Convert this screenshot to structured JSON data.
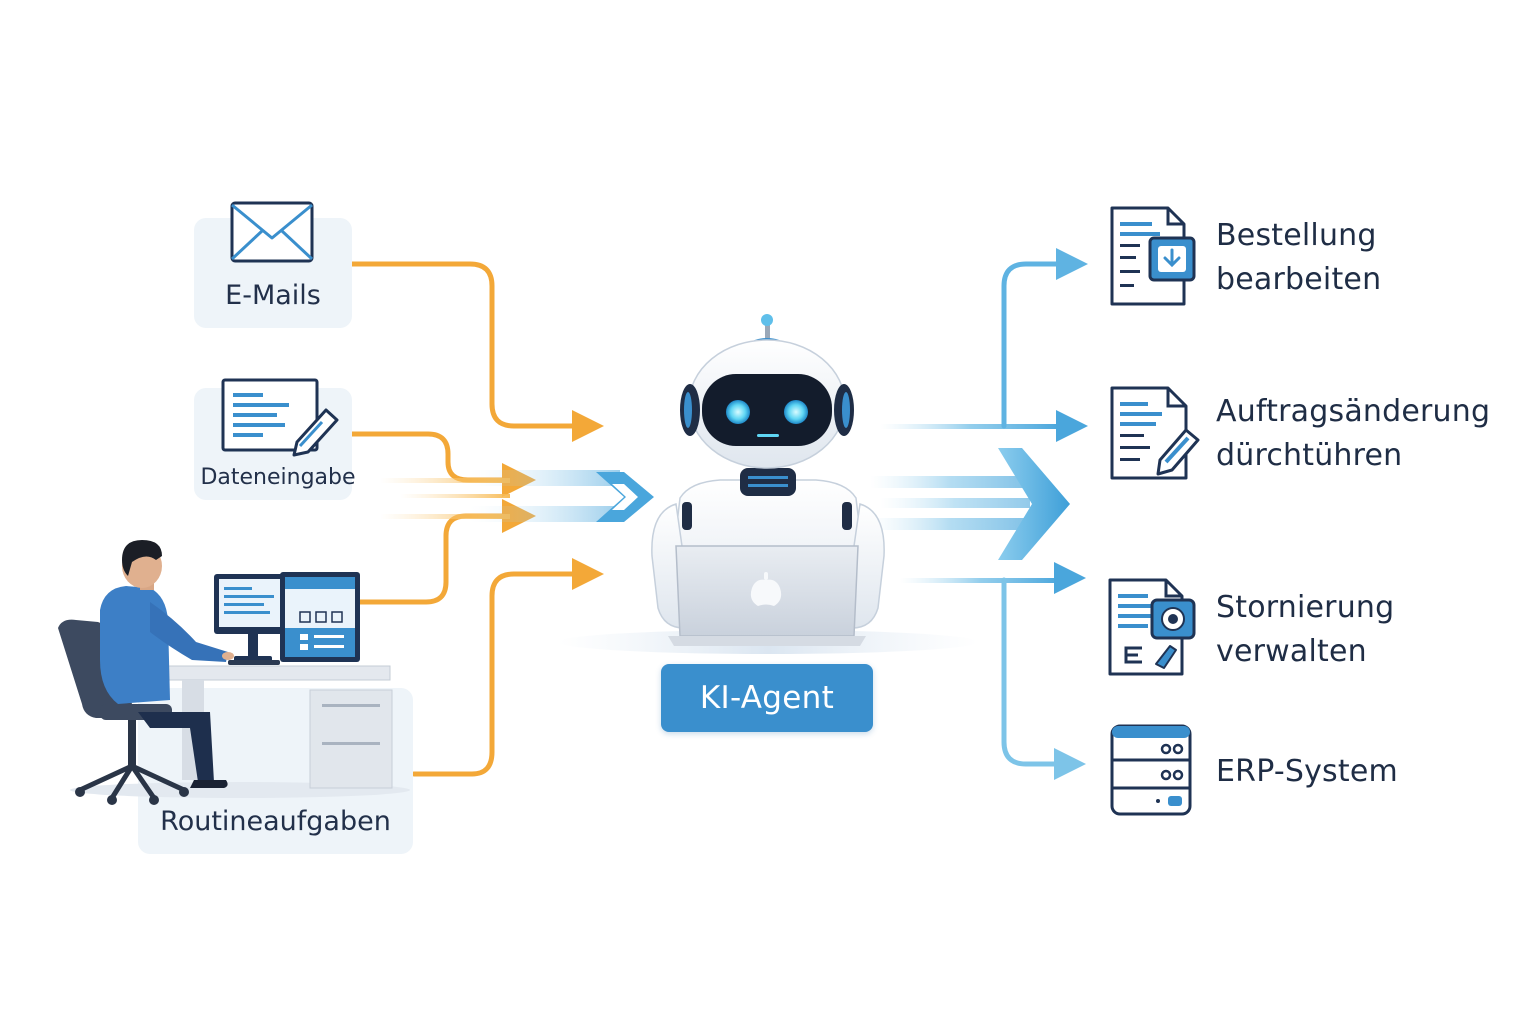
{
  "inputs": {
    "email": {
      "label": "E-Mails",
      "icon": "envelope-icon"
    },
    "data_entry": {
      "label": "Dateneingabe",
      "icon": "document-pen-icon"
    },
    "routine": {
      "label": "Routineaufgaben",
      "icon": "office-worker-illustration"
    }
  },
  "agent": {
    "label": "KI-Agent",
    "icon": "robot-with-laptop-illustration"
  },
  "outputs": [
    {
      "line1": "Bestellung",
      "line2": "bearbeiten",
      "icon": "order-document-icon"
    },
    {
      "line1": "Auftragsänderung",
      "line2": "dürchtühren",
      "icon": "edit-document-icon"
    },
    {
      "line1": "Stornierung",
      "line2": "verwalten",
      "icon": "cancel-document-icon"
    },
    {
      "line1": "ERP-System",
      "line2": "",
      "icon": "server-icon"
    }
  ],
  "colors": {
    "input_arrows": "#f3a838",
    "output_arrows": "#4aa6dc",
    "badge": "#3a8fcd",
    "navy": "#1f3354",
    "card": "#eef4f9"
  }
}
